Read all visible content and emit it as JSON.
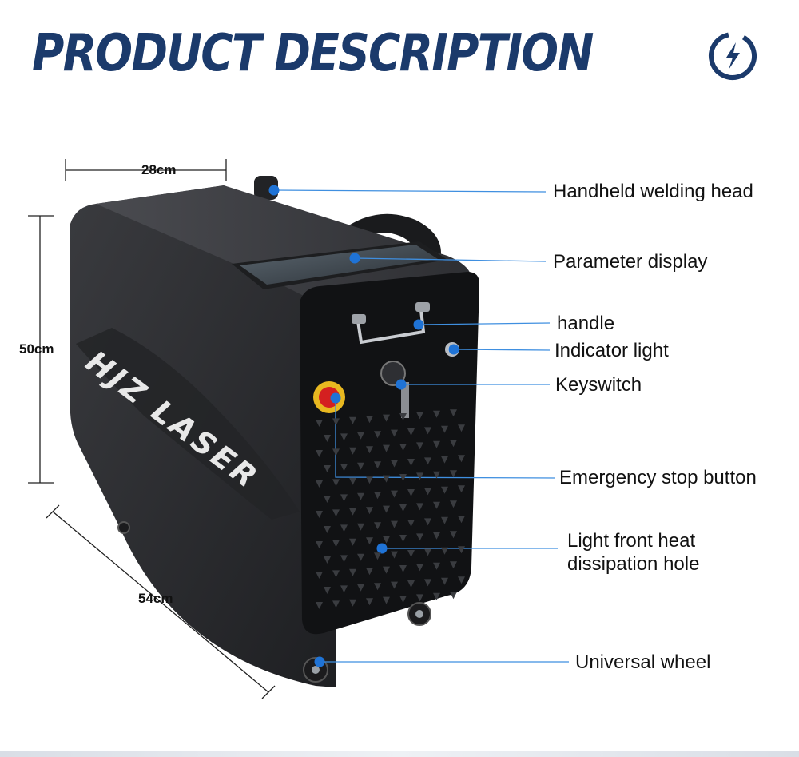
{
  "header": {
    "title": "PRODUCT DESCRIPTION",
    "logo_icon": "lightning-circle-icon",
    "brand_color": "#1b3a6b"
  },
  "brand_text": "HJZ LASER",
  "dimensions": {
    "width": "28cm",
    "height": "50cm",
    "depth": "54cm"
  },
  "callouts": [
    "Handheld welding head",
    "Parameter display",
    "handle",
    "Indicator light",
    "Keyswitch",
    "Emergency stop button",
    "Light front heat\ndissipation hole",
    "Universal wheel"
  ],
  "colors": {
    "callout_line": "#3f8fe0",
    "marker": "#1f73d6",
    "machine": "#2b2c2f"
  }
}
